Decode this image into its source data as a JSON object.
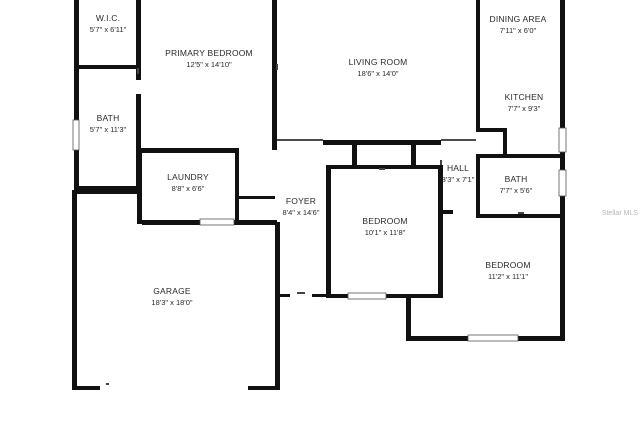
{
  "rooms": {
    "wic": {
      "name": "W.I.C.",
      "dim": "5'7\" x 6'11\""
    },
    "primary_bedroom": {
      "name": "PRIMARY BEDROOM",
      "dim": "12'5\" x 14'10\""
    },
    "living_room": {
      "name": "LIVING ROOM",
      "dim": "18'6\" x 14'0\""
    },
    "dining_area": {
      "name": "DINING AREA",
      "dim": "7'11\" x 6'0\""
    },
    "kitchen": {
      "name": "KITCHEN",
      "dim": "7'7\" x 9'3\""
    },
    "bath_left": {
      "name": "BATH",
      "dim": "5'7\" x 11'3\""
    },
    "laundry": {
      "name": "LAUNDRY",
      "dim": "8'8\" x 6'6\""
    },
    "foyer": {
      "name": "FOYER",
      "dim": "8'4\" x 14'6\""
    },
    "hall": {
      "name": "HALL",
      "dim": "3'3\" x 7'1\""
    },
    "bath_right": {
      "name": "BATH",
      "dim": "7'7\" x 5'6\""
    },
    "bedroom_center": {
      "name": "BEDROOM",
      "dim": "10'1\" x 11'8\""
    },
    "bedroom_right": {
      "name": "BEDROOM",
      "dim": "11'2\" x 11'1\""
    },
    "garage": {
      "name": "GARAGE",
      "dim": "18'3\" x 18'0\""
    }
  },
  "watermark": "Stellar MLS",
  "colors": {
    "wall": "#111111",
    "label": "#2a2a2a",
    "background": "#ffffff"
  }
}
